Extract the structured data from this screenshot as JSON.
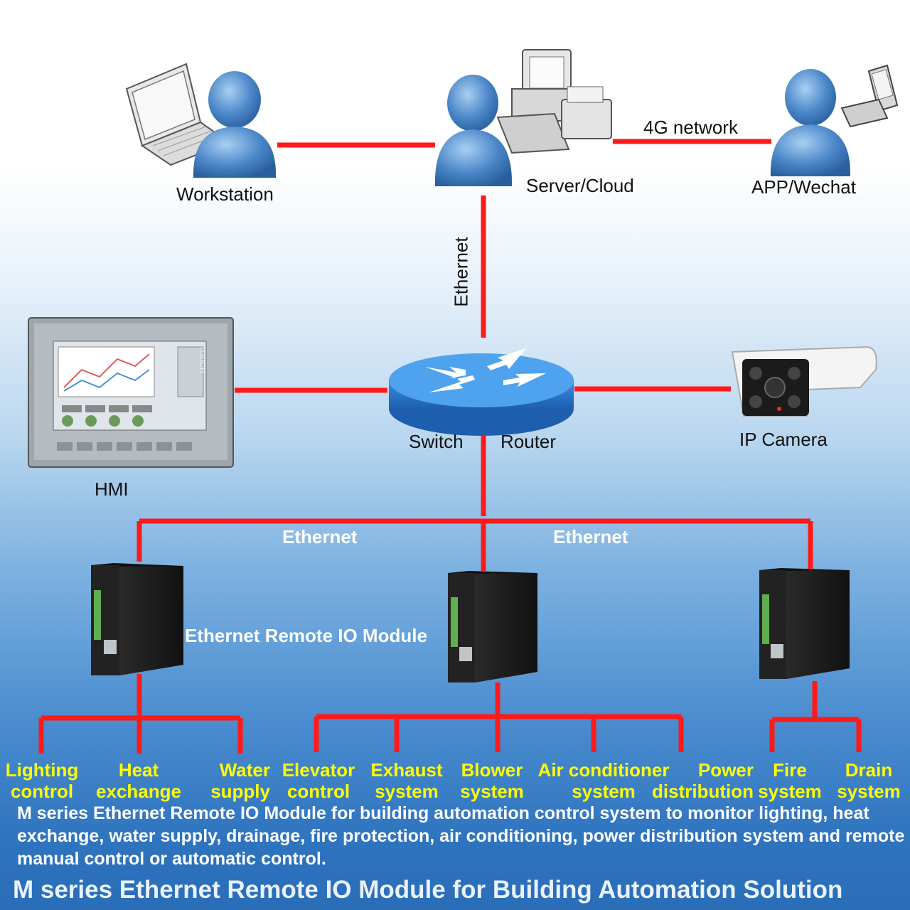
{
  "nodes": {
    "workstation": "Workstation",
    "server": "Server/Cloud",
    "app": "APP/Wechat",
    "hmi": "HMI",
    "switch": "Switch",
    "router": "Router",
    "camera": "IP Camera",
    "hmi_screen_brand": "TOUCH"
  },
  "links": {
    "network_4g": "4G network",
    "ethernet_vertical": "Ethernet",
    "ethernet_left": "Ethernet",
    "ethernet_right": "Ethernet",
    "module_label": "Ethernet Remote IO Module"
  },
  "systems": [
    {
      "line1": "Lighting",
      "line2": "control"
    },
    {
      "line1": "Heat",
      "line2": "exchange"
    },
    {
      "line1": "Water",
      "line2": "supply"
    },
    {
      "line1": "Elevator",
      "line2": "control"
    },
    {
      "line1": "Exhaust",
      "line2": "system"
    },
    {
      "line1": "Blower",
      "line2": "system"
    },
    {
      "line1": "Air conditioner",
      "line2": "system"
    },
    {
      "line1": "Power",
      "line2": "distribution"
    },
    {
      "line1": "Fire",
      "line2": "system"
    },
    {
      "line1": "Drain",
      "line2": "system"
    }
  ],
  "description": "M series Ethernet Remote IO Module for building automation control system to monitor lighting, heat exchange, water supply, drainage, fire protection, air conditioning, power distribution system and remote manual control or automatic control.",
  "title": "M series Ethernet Remote IO Module for Building Automation Solution",
  "colors": {
    "link": "#ff1a1a",
    "system_text": "#ffff00",
    "person": "#4a86c8"
  },
  "icons": [
    "person-icon",
    "laptop-icon",
    "server-icon",
    "phone-icon",
    "router-icon",
    "camera-icon",
    "hmi-panel-icon",
    "io-module-icon"
  ]
}
